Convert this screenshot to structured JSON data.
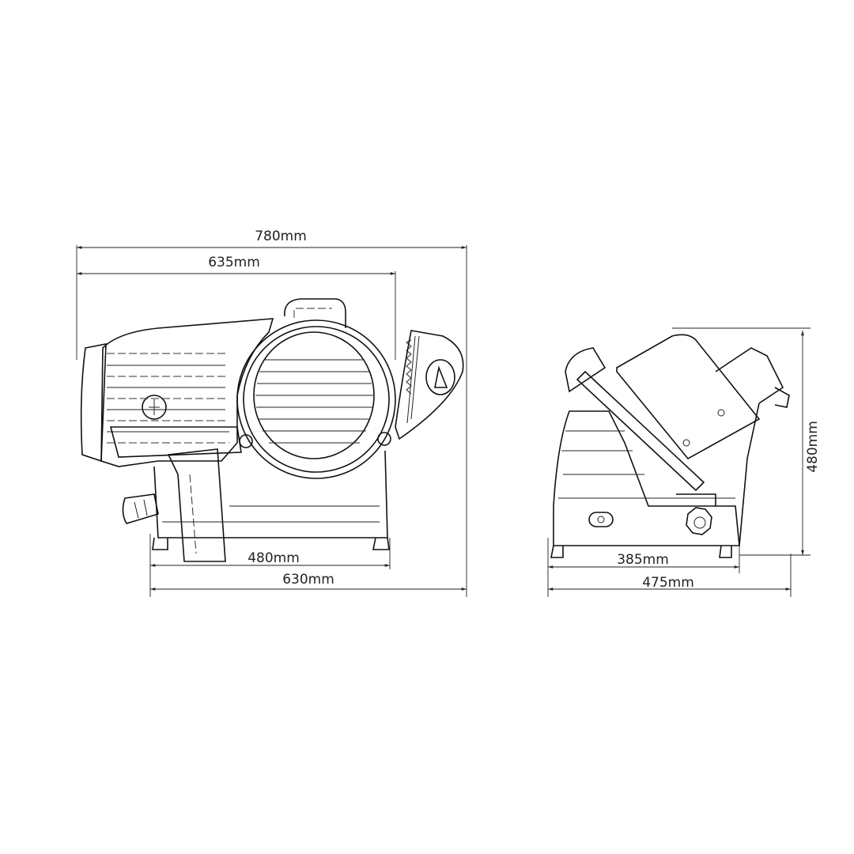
{
  "front_view": {
    "dimensions": {
      "overall_length": "780mm",
      "body_length": "635mm",
      "base_width": "480mm",
      "base_overall": "630mm"
    }
  },
  "side_view": {
    "dimensions": {
      "base_depth": "385mm",
      "overall_depth": "475mm",
      "height": "480mm"
    }
  },
  "colors": {
    "line": "#111111",
    "background": "#ffffff"
  }
}
